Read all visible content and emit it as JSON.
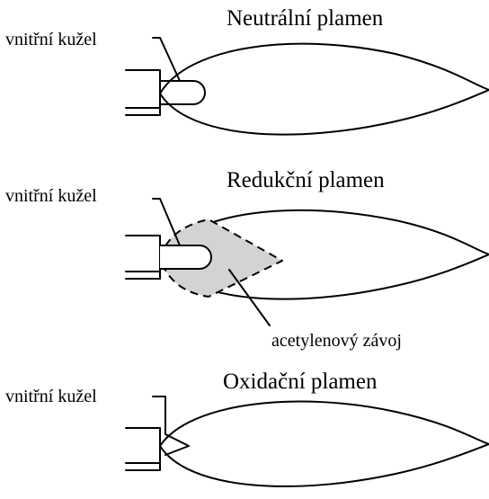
{
  "panels": [
    {
      "title": "Neutrální plamen",
      "inner_cone_label": "vnitřní kužel"
    },
    {
      "title": "Redukční plamen",
      "inner_cone_label": "vnitřní kužel",
      "envelope_label": "acetylenový závoj",
      "envelope_color": "#d3d3d3"
    },
    {
      "title": "Oxidační plamen",
      "inner_cone_label": "vnitřní kužel"
    }
  ]
}
